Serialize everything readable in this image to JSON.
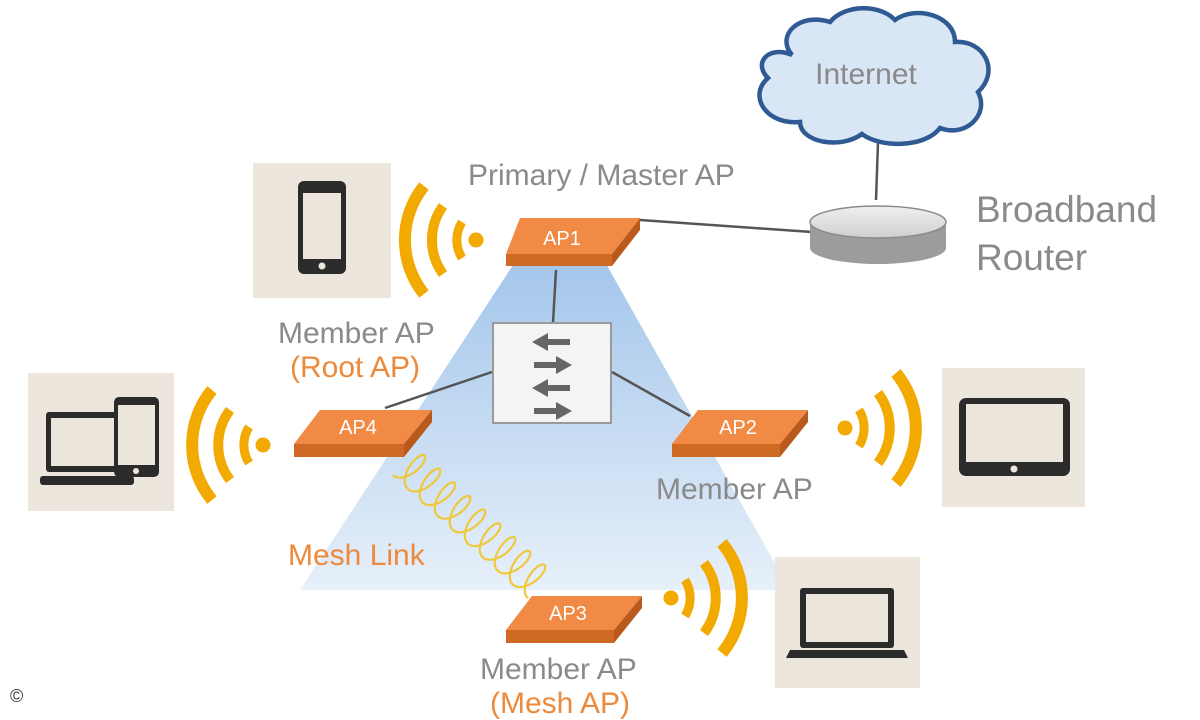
{
  "cloud_label": "Internet",
  "router_label": "Broadband\nRouter",
  "primary_label": "Primary / Master AP",
  "ap1": "AP1",
  "ap2": "AP2",
  "ap3": "AP3",
  "ap4": "AP4",
  "root_member_label": "Member AP",
  "root_role_label": "(Root AP)",
  "ap2_label": "Member AP",
  "mesh_member_label": "Member AP",
  "mesh_role_label": "(Mesh AP)",
  "mesh_link_label": "Mesh Link",
  "copyright": "©",
  "devices": [
    "smartphone-icon",
    "laptop-and-phone-icon",
    "tablet-icon",
    "laptop-icon"
  ],
  "colors": {
    "ap_orange": "#f08a45",
    "wifi_yellow": "#f2a900",
    "label_orange": "#ec8a3c",
    "label_gray": "#8a8a8a",
    "cloud_fill": "#d9e6f5",
    "cloud_stroke": "#2f5a94",
    "coverage_blue": "#9fc3ea"
  }
}
